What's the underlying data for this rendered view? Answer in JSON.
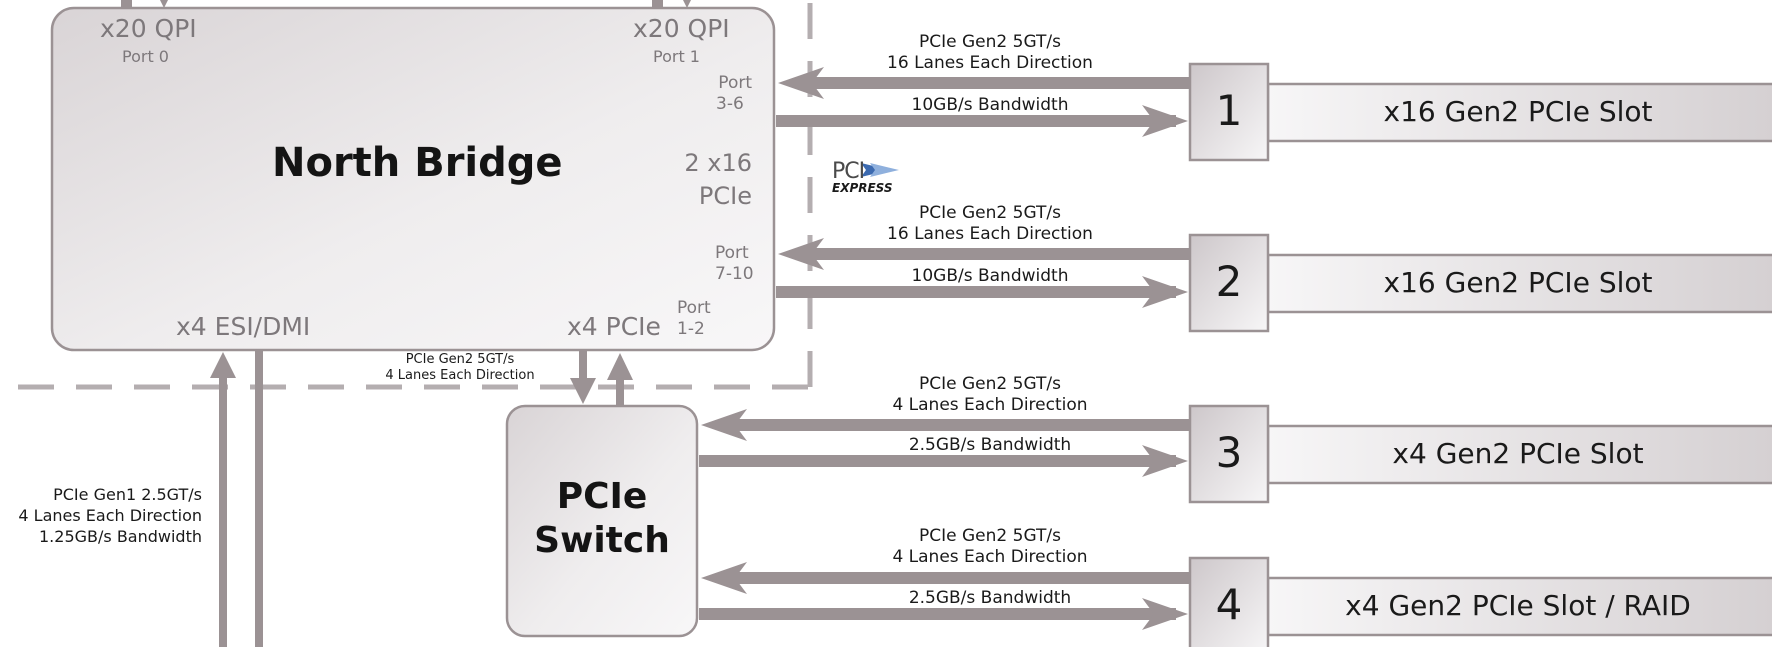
{
  "colors": {
    "connector": "#9b9294",
    "box_border": "#9b9294",
    "box_fill_light": "#f6f5f6",
    "box_fill_dark": "#d6d1d3",
    "label_gray": "#7d787b",
    "label_dark": "#1a1a1a",
    "dash": "#b4aeb0"
  },
  "north_bridge": {
    "title": "North Bridge",
    "qpi_port0_label": "x20 QPI",
    "qpi_port0_sub": "Port 0",
    "qpi_port1_label": "x20 QPI",
    "qpi_port1_sub": "Port 1",
    "port_3_6_line1": "Port",
    "port_3_6_line2": "3-6",
    "pcie_2x16_line1": "2 x16",
    "pcie_2x16_line2": "PCIe",
    "port_7_10_line1": "Port",
    "port_7_10_line2": "7-10",
    "esi_dmi_label": "x4 ESI/DMI",
    "x4_pcie_label": "x4 PCIe",
    "port_1_2_line1": "Port",
    "port_1_2_line2": "1-2"
  },
  "pcie_switch": {
    "title_line1": "PCIe",
    "title_line2": "Switch",
    "uplink_line1": "PCIe Gen2 5GT/s",
    "uplink_line2": "4 Lanes Each Direction"
  },
  "esi_link": {
    "line1": "PCIe Gen1 2.5GT/s",
    "line2": "4 Lanes Each Direction",
    "line3": "1.25GB/s Bandwidth"
  },
  "logo": {
    "line1": "PCI",
    "line2": "EXPRESS",
    "icon": "pci-express-chevron-icon"
  },
  "links": [
    {
      "line1": "PCIe Gen2 5GT/s",
      "line2": "16 Lanes Each Direction",
      "bandwidth": "10GB/s Bandwidth"
    },
    {
      "line1": "PCIe Gen2 5GT/s",
      "line2": "16 Lanes Each Direction",
      "bandwidth": "10GB/s Bandwidth"
    },
    {
      "line1": "PCIe Gen2 5GT/s",
      "line2": "4 Lanes Each Direction",
      "bandwidth": "2.5GB/s Bandwidth"
    },
    {
      "line1": "PCIe Gen2 5GT/s",
      "line2": "4 Lanes Each Direction",
      "bandwidth": "2.5GB/s Bandwidth"
    }
  ],
  "slots": [
    {
      "number": "1",
      "label": "x16 Gen2 PCIe Slot"
    },
    {
      "number": "2",
      "label": "x16 Gen2 PCIe Slot"
    },
    {
      "number": "3",
      "label": "x4 Gen2 PCIe Slot"
    },
    {
      "number": "4",
      "label": "x4 Gen2 PCIe Slot / RAID"
    }
  ]
}
